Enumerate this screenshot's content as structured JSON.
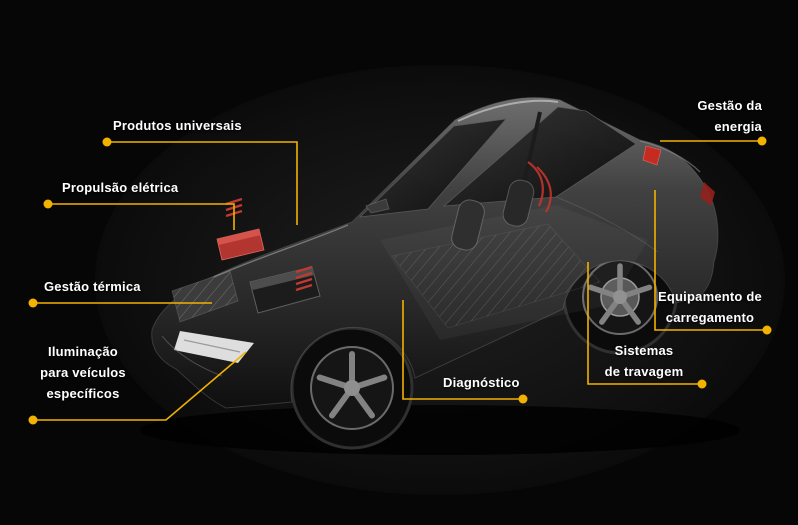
{
  "theme": {
    "background": "#060606",
    "accent": "#f2b200",
    "label_color": "#ffffff"
  },
  "callouts": {
    "produtos_universais": {
      "lines": [
        "Produtos universais"
      ]
    },
    "propulsao_eletrica": {
      "lines": [
        "Propulsão elétrica"
      ]
    },
    "gestao_termica": {
      "lines": [
        "Gestão térmica"
      ]
    },
    "iluminacao_veiculos_especificos": {
      "lines": [
        "Iluminação",
        "para veículos",
        "específicos"
      ]
    },
    "diagnostico": {
      "lines": [
        "Diagnóstico"
      ]
    },
    "sistemas_travagem": {
      "lines": [
        "Sistemas",
        "de travagem"
      ]
    },
    "equipamento_carregamento": {
      "lines": [
        "Equipamento de",
        "carregamento"
      ]
    },
    "gestao_energia": {
      "lines": [
        "Gestão da",
        "energia"
      ]
    }
  }
}
